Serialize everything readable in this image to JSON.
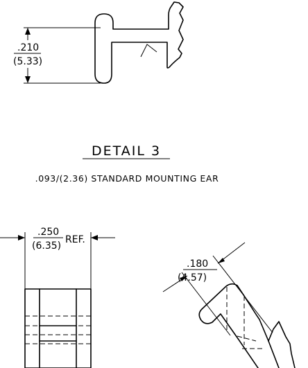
{
  "top_dimension": {
    "inch": ".210",
    "mm": "(5.33)"
  },
  "detail": {
    "title": "DETAIL 3",
    "subtitle": ".093/(2.36) STANDARD MOUNTING EAR"
  },
  "front_view_dimension": {
    "inch": ".250",
    "mm": "(6.35)",
    "ref": "REF."
  },
  "angled_view_dimension": {
    "inch": ".180",
    "mm": "(4.57)"
  }
}
